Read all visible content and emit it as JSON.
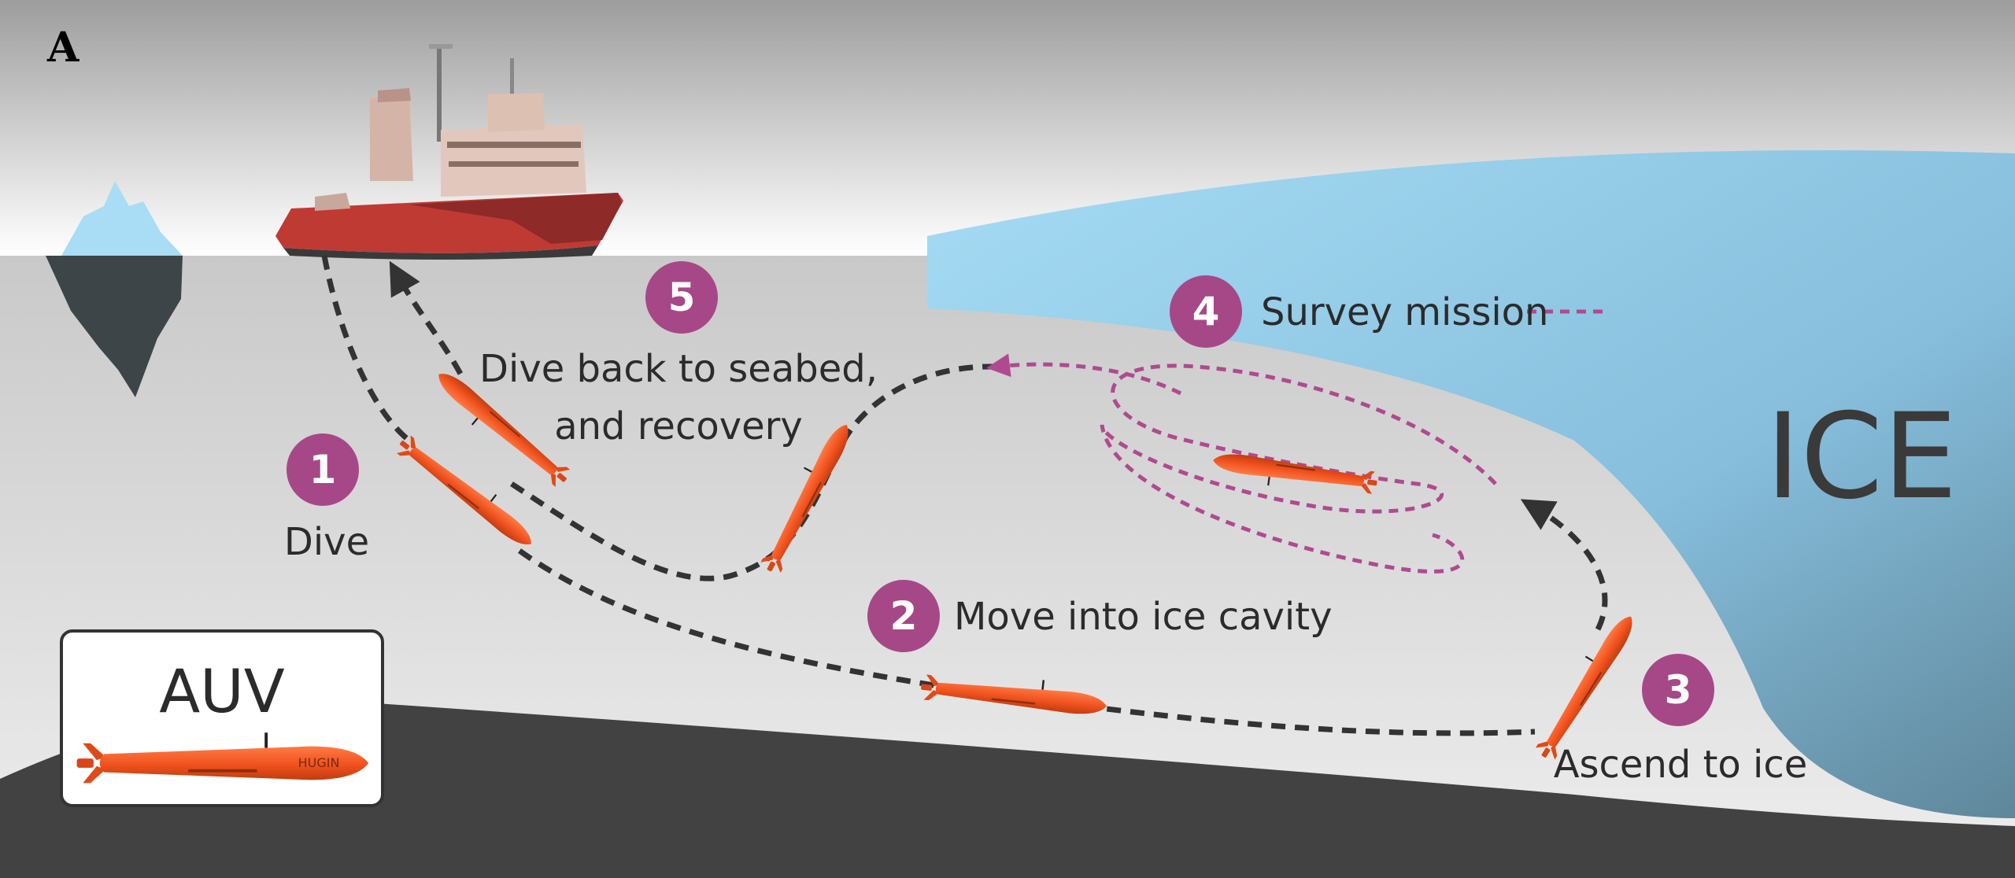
{
  "panel_label": "A",
  "ice_label": "ICE",
  "steps": [
    {
      "number": "1",
      "label": "Dive"
    },
    {
      "number": "2",
      "label": "Move into ice cavity"
    },
    {
      "number": "3",
      "label": "Ascend to ice"
    },
    {
      "number": "4",
      "label": "Survey mission"
    },
    {
      "number": "5",
      "label_line1": "Dive back to seabed,",
      "label_line2": "and recovery"
    }
  ],
  "legend": {
    "title": "AUV",
    "vehicle_marking": "HUGIN"
  },
  "colors": {
    "step_badge": "#a64887",
    "path": "#333333",
    "survey_path": "#b04a90",
    "auv_body": "#f0521e",
    "ice": "#8fc9e8",
    "seabed": "#424242",
    "sky": "#a0a0a0",
    "water": "#d3d3d3"
  }
}
